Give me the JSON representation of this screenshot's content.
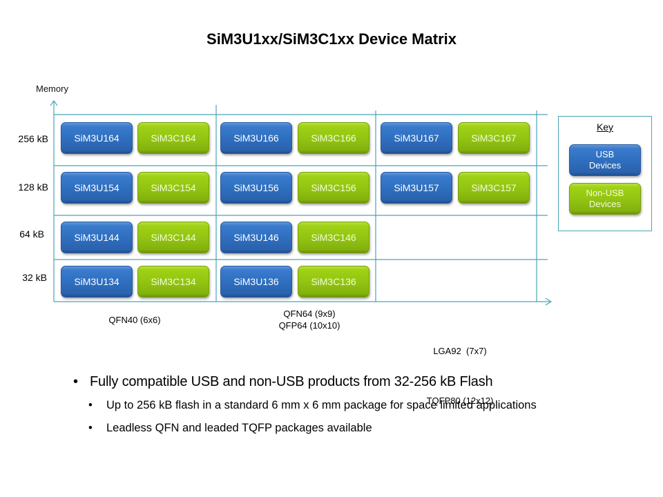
{
  "title": "SiM3U1xx/SiM3C1xx Device Matrix",
  "axis": {
    "y_label": "Memory",
    "rows": [
      "256 kB",
      "128 kB",
      "64 kB",
      "32 kB"
    ],
    "packages": [
      {
        "lines": [
          "QFN40 (6x6)"
        ]
      },
      {
        "lines": [
          "QFN64 (9x9)",
          "QFP64 (10x10)"
        ]
      },
      {
        "lines": [
          "LGA92  (7x7)",
          "TQFP80 (12x12)"
        ]
      }
    ]
  },
  "devices": [
    [
      [
        "SiM3U164",
        "SiM3C164"
      ],
      [
        "SiM3U166",
        "SiM3C166"
      ],
      [
        "SiM3U167",
        "SiM3C167"
      ]
    ],
    [
      [
        "SiM3U154",
        "SiM3C154"
      ],
      [
        "SiM3U156",
        "SiM3C156"
      ],
      [
        "SiM3U157",
        "SiM3C157"
      ]
    ],
    [
      [
        "SiM3U144",
        "SiM3C144"
      ],
      [
        "SiM3U146",
        "SiM3C146"
      ],
      null
    ],
    [
      [
        "SiM3U134",
        "SiM3C134"
      ],
      [
        "SiM3U136",
        "SiM3C136"
      ],
      null
    ]
  ],
  "key": {
    "title": "Key",
    "usb": {
      "line1": "USB",
      "line2": "Devices"
    },
    "nonusb": {
      "line1": "Non-USB",
      "line2": "Devices"
    }
  },
  "colors": {
    "grid": "#4aa3b8",
    "usb": "#2f6fc0",
    "nonusb": "#93c512"
  },
  "bullets": {
    "main": "Fully compatible USB and non-USB products from 32-256 kB Flash",
    "sub": [
      "Up to 256 kB flash in a standard 6 mm  x 6 mm package for space limited applications",
      "Leadless QFN and leaded TQFP packages available"
    ]
  }
}
